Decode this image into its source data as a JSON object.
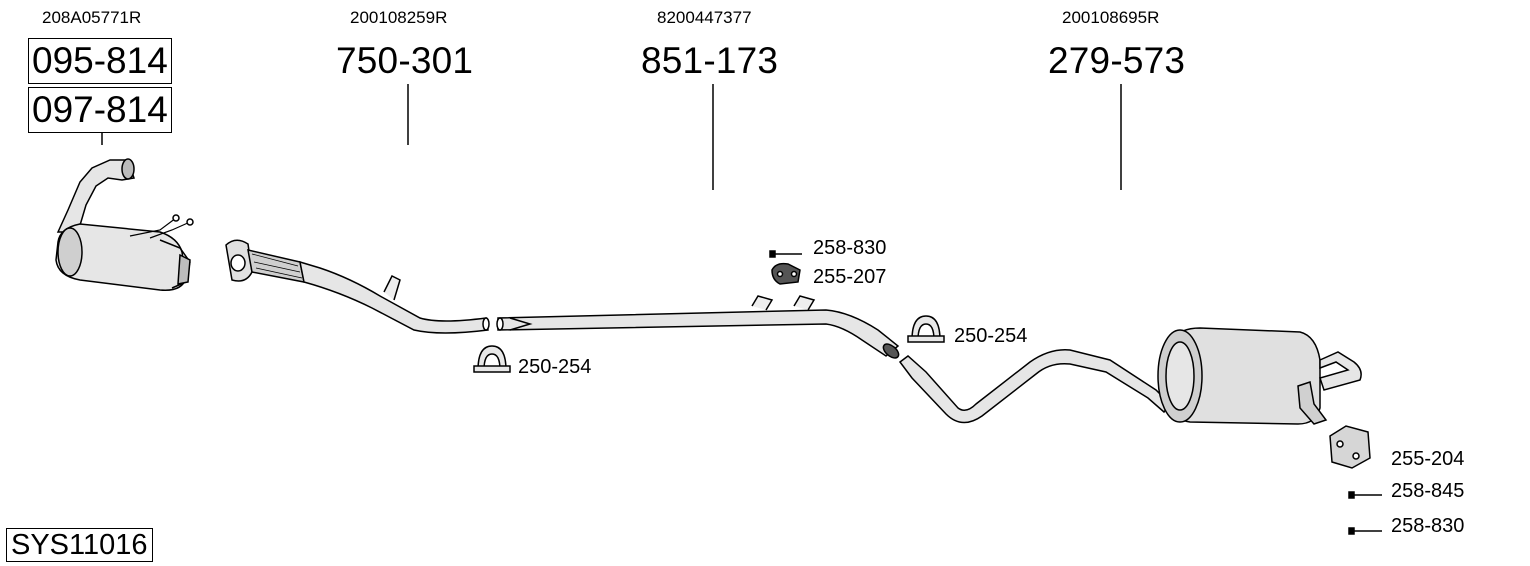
{
  "diagram": {
    "oe_numbers": [
      "208A05771R",
      "200108259R",
      "8200447377",
      "200108695R"
    ],
    "catalyst_parts": [
      "095-814",
      "097-814"
    ],
    "front_pipe": "750-301",
    "middle_pipe": "851-173",
    "rear_silencer": "279-573",
    "accessories": {
      "bolt_top": "258-830",
      "rubber_mount_top": "255-207",
      "clamp_right": "250-254",
      "clamp_left": "250-254",
      "mount_rear": "255-204",
      "bolt_rear_1": "258-845",
      "bolt_rear_2": "258-830"
    },
    "system_code": "SYS11016"
  }
}
